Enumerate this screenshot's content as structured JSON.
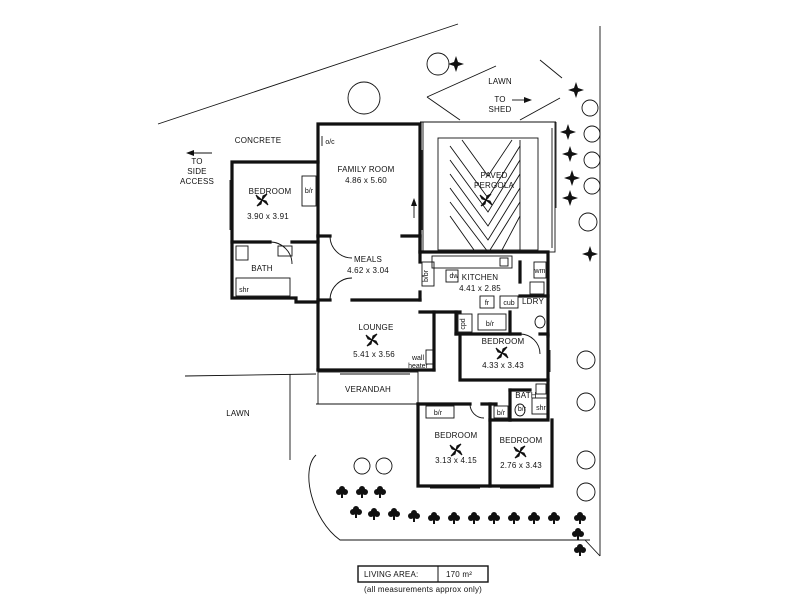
{
  "plan": {
    "rooms": {
      "family_room": {
        "name": "FAMILY ROOM",
        "size": "4.86 x 5.60"
      },
      "bedroom_west": {
        "name": "BEDROOM",
        "size": "3.90 x 3.91"
      },
      "meals": {
        "name": "MEALS",
        "size": "4.62 x 3.04"
      },
      "kitchen": {
        "name": "KITCHEN",
        "size": "4.41 x 2.85"
      },
      "lounge": {
        "name": "LOUNGE",
        "size": "5.41 x 3.56"
      },
      "bedroom_mid": {
        "name": "BEDROOM",
        "size": "4.33 x 3.43"
      },
      "bedroom_sw": {
        "name": "BEDROOM",
        "size": "3.13 x 4.15"
      },
      "bedroom_se": {
        "name": "BEDROOM",
        "size": "2.76 x 3.43"
      },
      "bath_west": {
        "name": "BATH"
      },
      "bath_east": {
        "name": "BATH"
      },
      "laundry": {
        "name": "LDRY"
      },
      "verandah": {
        "name": "VERANDAH"
      },
      "pergola": {
        "name_line1": "PAVED",
        "name_line2": "PERGOLA"
      }
    },
    "fixtures": {
      "br": "b/r",
      "shr": "shr",
      "dw": "dw",
      "wm": "wm",
      "cub": "cub",
      "fr": "fr",
      "bi_br": "b/br",
      "cpd": "cpd",
      "oc": "o/c",
      "wall_heater_1": "wall",
      "wall_heater_2": "heater"
    },
    "outdoor": {
      "concrete": "CONCRETE",
      "lawn_north": "LAWN",
      "lawn_west": "LAWN",
      "to_shed_1": "TO",
      "to_shed_2": "SHED",
      "side_access_1": "TO",
      "side_access_2": "SIDE",
      "side_access_3": "ACCESS"
    },
    "living_area": {
      "label": "LIVING AREA:",
      "value": "170 m²",
      "note": "(all measurements approx only)"
    }
  }
}
